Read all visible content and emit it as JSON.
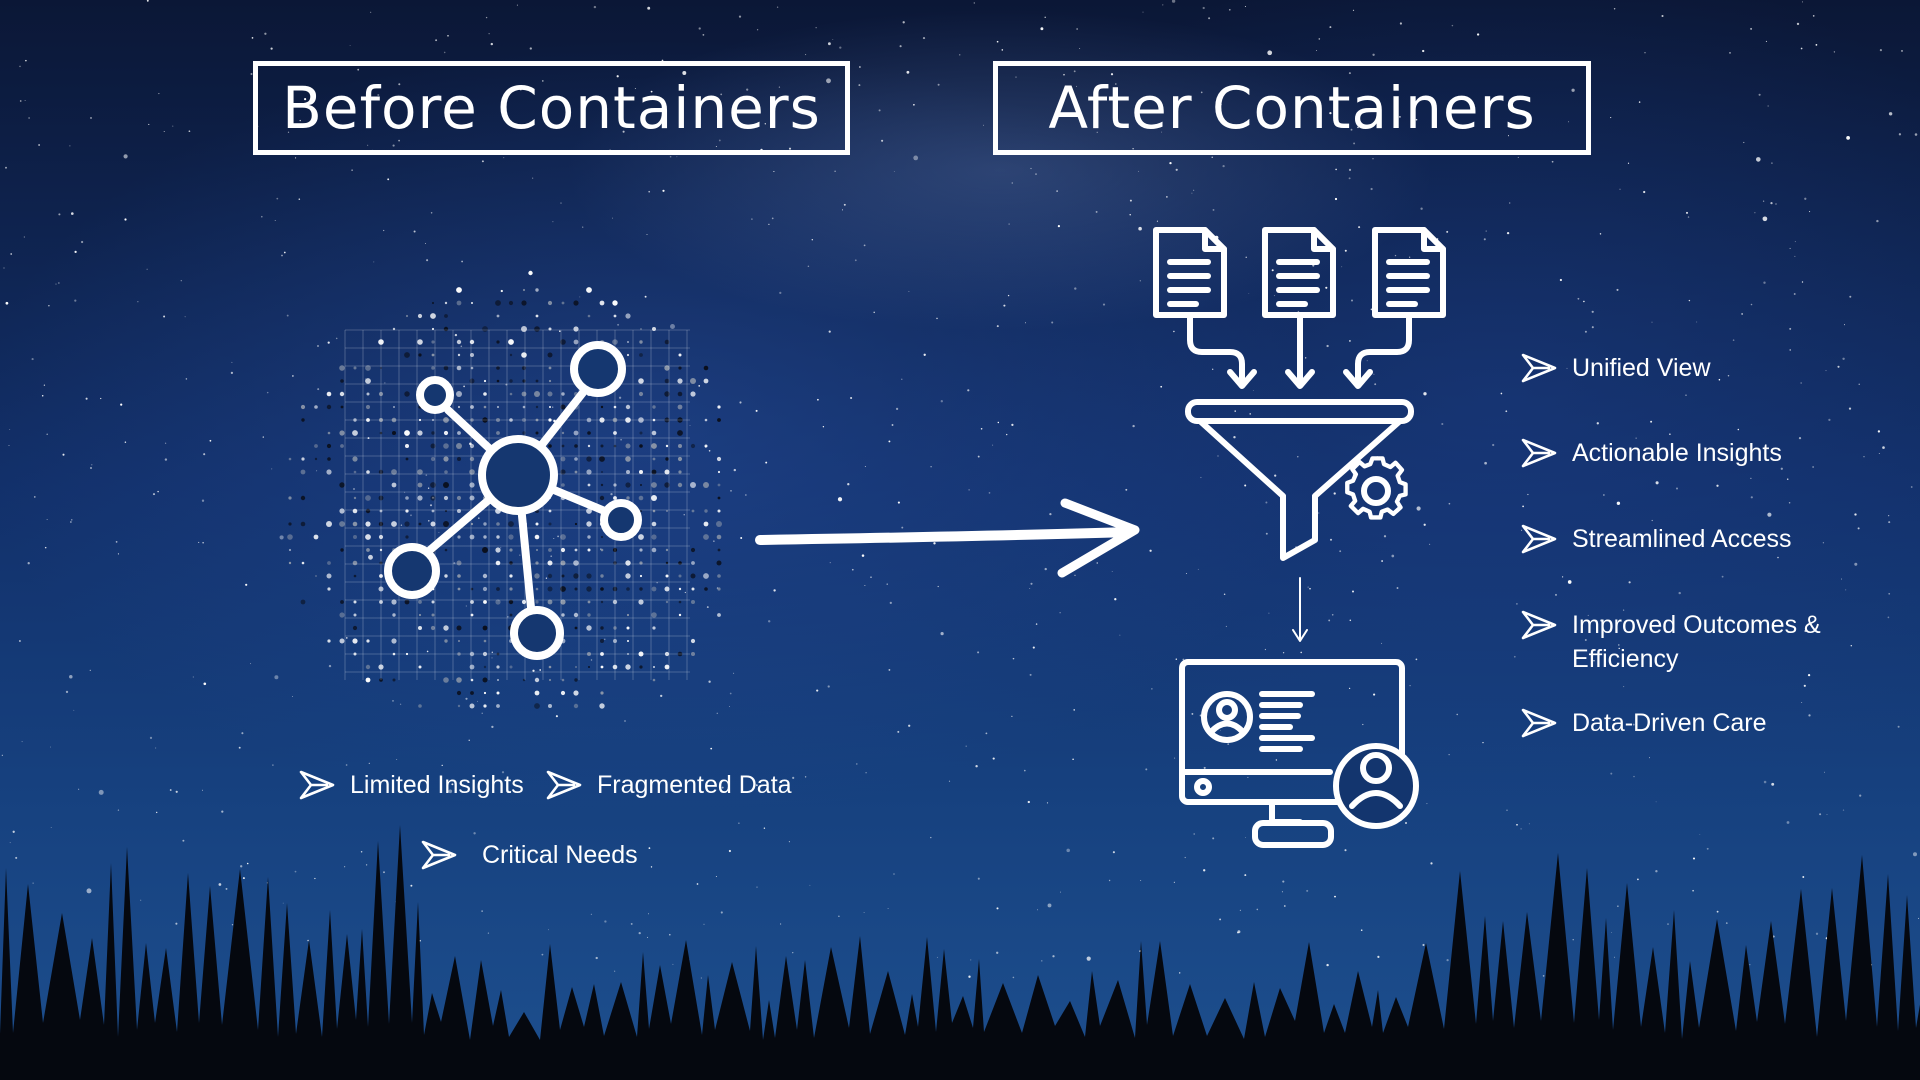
{
  "titles": {
    "before": "Before Containers",
    "after": "After Containers"
  },
  "before_items": [
    {
      "label": "Limited Insights"
    },
    {
      "label": "Fragmented Data"
    },
    {
      "label": "Critical Needs"
    }
  ],
  "after_items": [
    {
      "label": "Unified View"
    },
    {
      "label": "Actionable Insights"
    },
    {
      "label": "Streamlined Access"
    },
    {
      "label": "Improved Outcomes & Efficiency"
    },
    {
      "label": "Data-Driven Care"
    }
  ],
  "icons": {
    "network": "network-nodes-icon",
    "documents": "document-icon",
    "funnel": "funnel-gear-icon",
    "monitor": "monitor-profile-icon",
    "bullet": "paper-plane-chevron-icon",
    "transition": "arrow-right-icon"
  },
  "colors": {
    "sky_top": "#0b1736",
    "sky_bottom": "#1d4f8e",
    "line": "#ffffff",
    "tree": "#05080f"
  }
}
